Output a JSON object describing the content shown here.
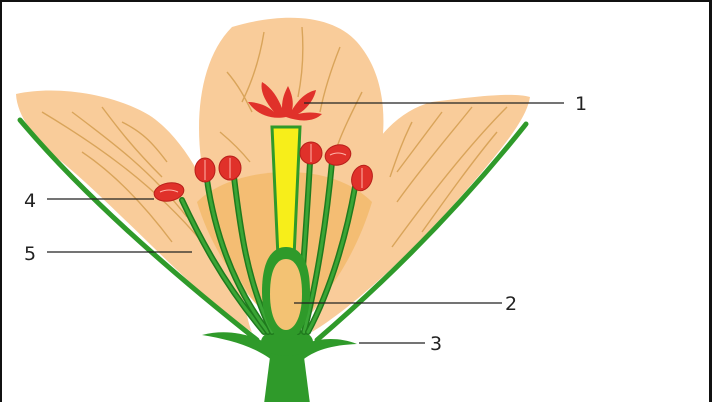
{
  "diagram": {
    "labels": [
      {
        "id": "1",
        "text": "1"
      },
      {
        "id": "2",
        "text": "2"
      },
      {
        "id": "3",
        "text": "3"
      },
      {
        "id": "4",
        "text": "4"
      },
      {
        "id": "5",
        "text": "5"
      }
    ],
    "colors": {
      "petal": "#f9cc9a",
      "petal_inner": "#f2b866",
      "vein": "#d9a45a",
      "stem_green": "#2f9a2a",
      "stem_dark": "#1f7a1d",
      "anther_red": "#e0312a",
      "style_yellow": "#f7ee1a",
      "ovary": "#f3c273"
    }
  }
}
